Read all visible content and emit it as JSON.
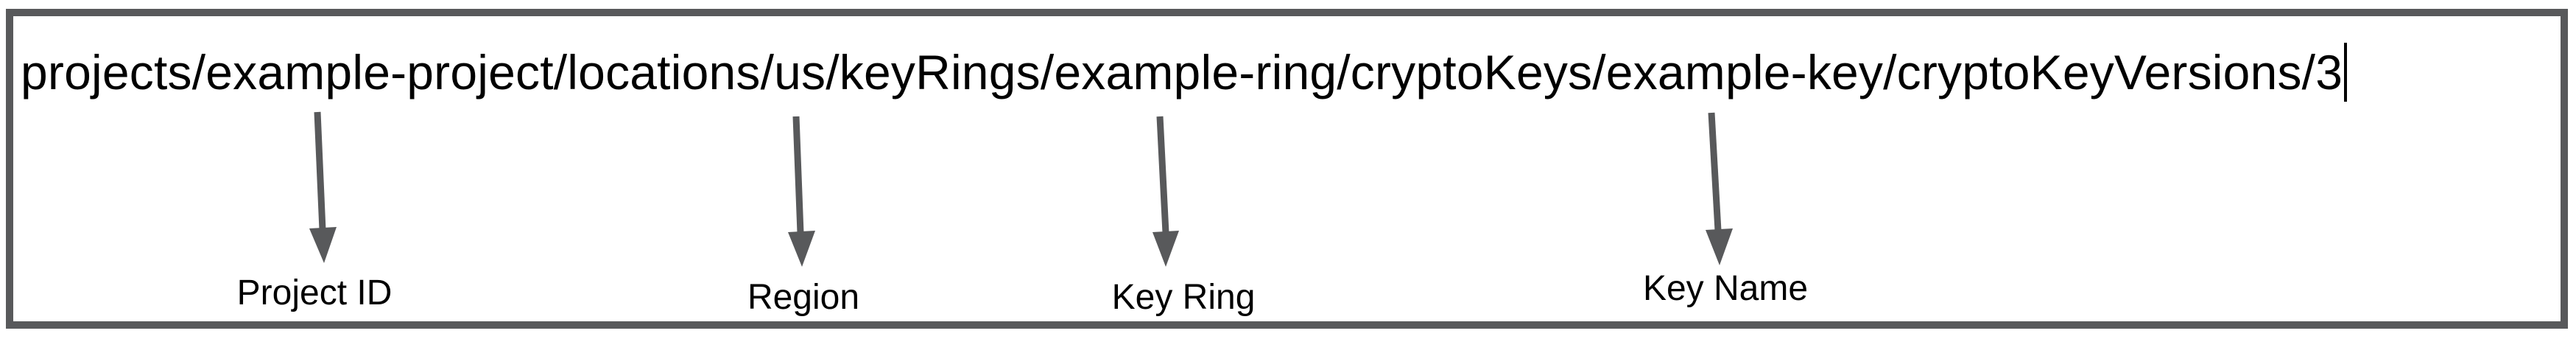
{
  "diagram": {
    "path_field": {
      "value": "projects/example-project/locations/us/keyRings/example-ring/cryptoKeys/example-key/cryptoKeyVersions/3"
    },
    "annotations": [
      {
        "label": "Project ID",
        "points_to_segment": "example-project"
      },
      {
        "label": "Region",
        "points_to_segment": "us"
      },
      {
        "label": "Key Ring",
        "points_to_segment": "example-ring"
      },
      {
        "label": "Key Name",
        "points_to_segment": "example-key"
      }
    ],
    "colors": {
      "frame_border": "#58595b",
      "arrow": "#58595b",
      "path_text": "#000000",
      "label_text": "#000000",
      "background": "#ffffff"
    }
  }
}
